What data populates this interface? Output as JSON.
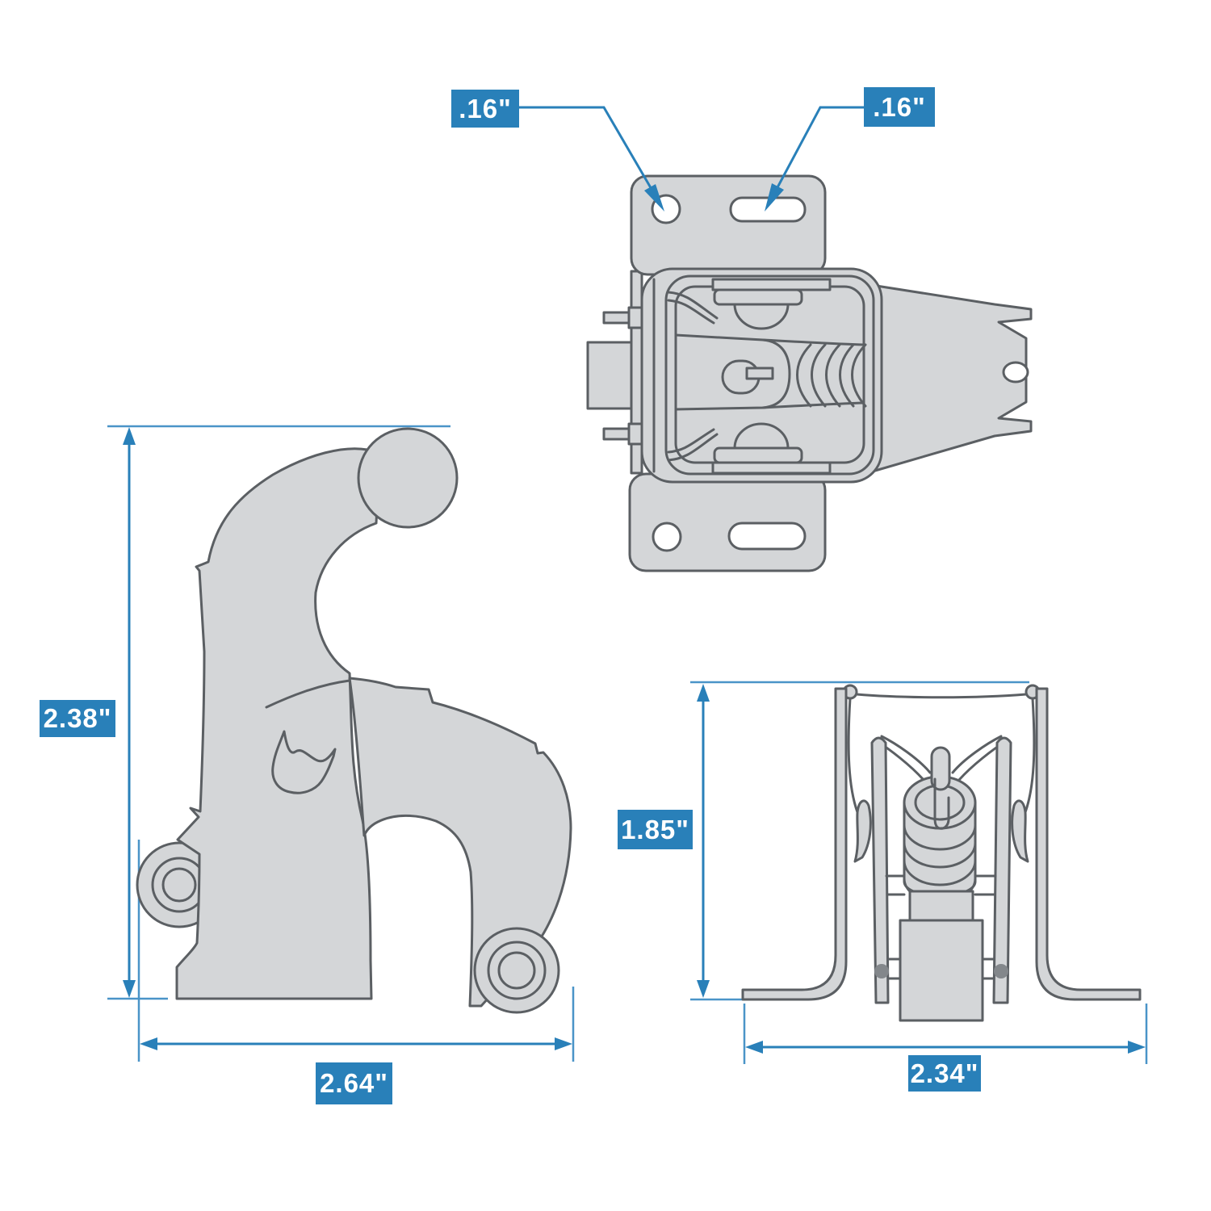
{
  "dimensions": {
    "top_left_hole": ".16\"",
    "top_right_slot": ".16\"",
    "side_height": "2.38\"",
    "side_width": "2.64\"",
    "front_height": "1.85\"",
    "front_width": "2.34\""
  },
  "colors": {
    "accent_blue": "#2980b9",
    "line_blue": "#4a94c8",
    "part_fill": "#d4d6d8",
    "part_stroke": "#5b5f63",
    "pivot_gray": "#83878b",
    "label_text": "#ffffff",
    "background": "#ffffff"
  }
}
